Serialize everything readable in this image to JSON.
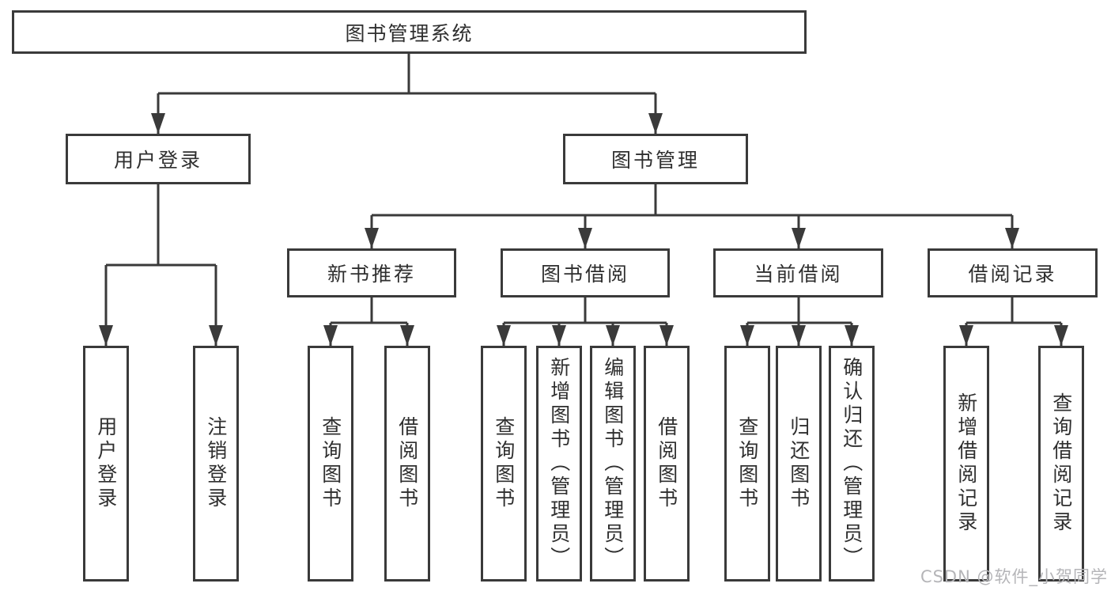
{
  "diagram": {
    "title_node": {
      "label": "图书管理系统"
    },
    "level2": {
      "user_login": {
        "label": "用户登录"
      },
      "book_management": {
        "label": "图书管理"
      }
    },
    "level3": {
      "new_book_recommend": {
        "label": "新书推荐"
      },
      "book_borrowing": {
        "label": "图书借阅"
      },
      "current_borrowing": {
        "label": "当前借阅"
      },
      "borrowing_records": {
        "label": "借阅记录"
      }
    },
    "leaves": {
      "user_login": [
        {
          "label": "用户登录"
        },
        {
          "label": "注销登录"
        }
      ],
      "new_book_recommend": [
        {
          "label": "查询图书"
        },
        {
          "label": "借阅图书"
        }
      ],
      "book_borrowing": [
        {
          "label": "查询图书"
        },
        {
          "label": "新增图书（管理员）"
        },
        {
          "label": "编辑图书（管理员）"
        },
        {
          "label": "借阅图书"
        }
      ],
      "current_borrowing": [
        {
          "label": "查询图书"
        },
        {
          "label": "归还图书"
        },
        {
          "label": "确认归还（管理员）"
        }
      ],
      "borrowing_records": [
        {
          "label": "新增借阅记录"
        },
        {
          "label": "查询借阅记录"
        }
      ]
    },
    "watermark": "CSDN @软件_小贺同学",
    "colors": {
      "line": "#3a3a3a",
      "text": "#2f2f2f",
      "background": "#ffffff",
      "watermark": "#b5b5b8"
    }
  }
}
